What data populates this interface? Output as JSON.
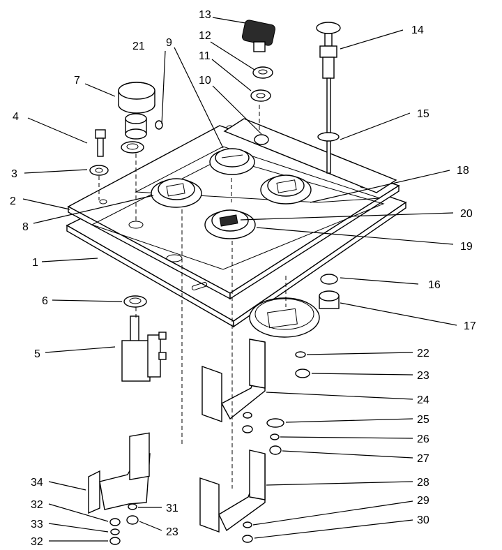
{
  "callouts": {
    "c1": "1",
    "c2": "2",
    "c3": "3",
    "c4": "4",
    "c5": "5",
    "c6": "6",
    "c7": "7",
    "c8": "8",
    "c9": "9",
    "c10": "10",
    "c11": "11",
    "c12": "12",
    "c13": "13",
    "c14": "14",
    "c15": "15",
    "c16": "16",
    "c17": "17",
    "c18": "18",
    "c19": "19",
    "c20": "20",
    "c21": "21",
    "c22": "22",
    "c23a": "23",
    "c24": "24",
    "c25": "25",
    "c26": "26",
    "c27": "27",
    "c28": "28",
    "c29": "29",
    "c30": "30",
    "c31": "31",
    "c32a": "32",
    "c33": "33",
    "c32b": "32",
    "c23b": "23",
    "c34": "34"
  }
}
